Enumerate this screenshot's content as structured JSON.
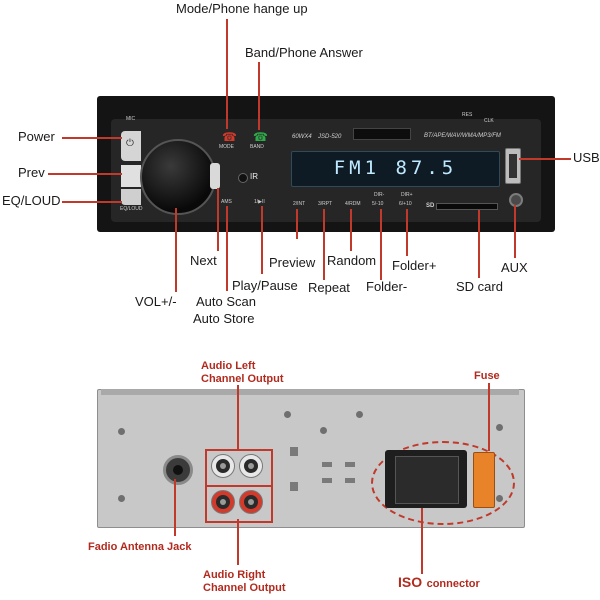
{
  "front": {
    "labels": {
      "mode_phone_hangup": "Mode/Phone hange up",
      "band_phone_answer": "Band/Phone Answer",
      "power": "Power",
      "prev": "Prev",
      "eq_loud": "EQ/LOUD",
      "usb": "USB",
      "next": "Next",
      "play_pause": "Play/Pause",
      "preview": "Preview",
      "random": "Random",
      "folder_plus": "Folder+",
      "repeat": "Repeat",
      "folder_minus": "Folder-",
      "sd_card": "SD card",
      "aux": "AUX",
      "vol": "VOL+/-",
      "auto_scan": "Auto Scan",
      "auto_store": "Auto Store"
    },
    "unit_text": {
      "mic": "MIC",
      "res": "RES",
      "clk": "CLK",
      "mode": "MODE",
      "band": "BAND",
      "power_out": "60WX4",
      "model": "JSD-520",
      "formats": "BT/APE/WAV/WMA/MP3/FM",
      "display": "FM1 87.5",
      "ir": "IR",
      "ams": "AMS",
      "play": "1/▶II",
      "btn2": "2/INT",
      "btn3": "3/RPT",
      "btn4": "4/RDM",
      "dir_minus": "DIR-",
      "btn5": "5/-10",
      "dir_plus": "DIR+",
      "btn6": "6/+10",
      "sd": "SD",
      "eq_loud_small": "EQ/LOUD"
    }
  },
  "back": {
    "labels": {
      "audio_left": "Audio Left\nChannel Output",
      "fuse": "Fuse",
      "antenna": "Fadio Antenna Jack",
      "audio_right": "Audio Right\nChannel Output",
      "iso_big": "ISO",
      "iso_small": "connector"
    }
  },
  "colors": {
    "callout_red": "#c0392b",
    "display_blue": "#bfe9ff",
    "fuse_orange": "#e8832a"
  }
}
